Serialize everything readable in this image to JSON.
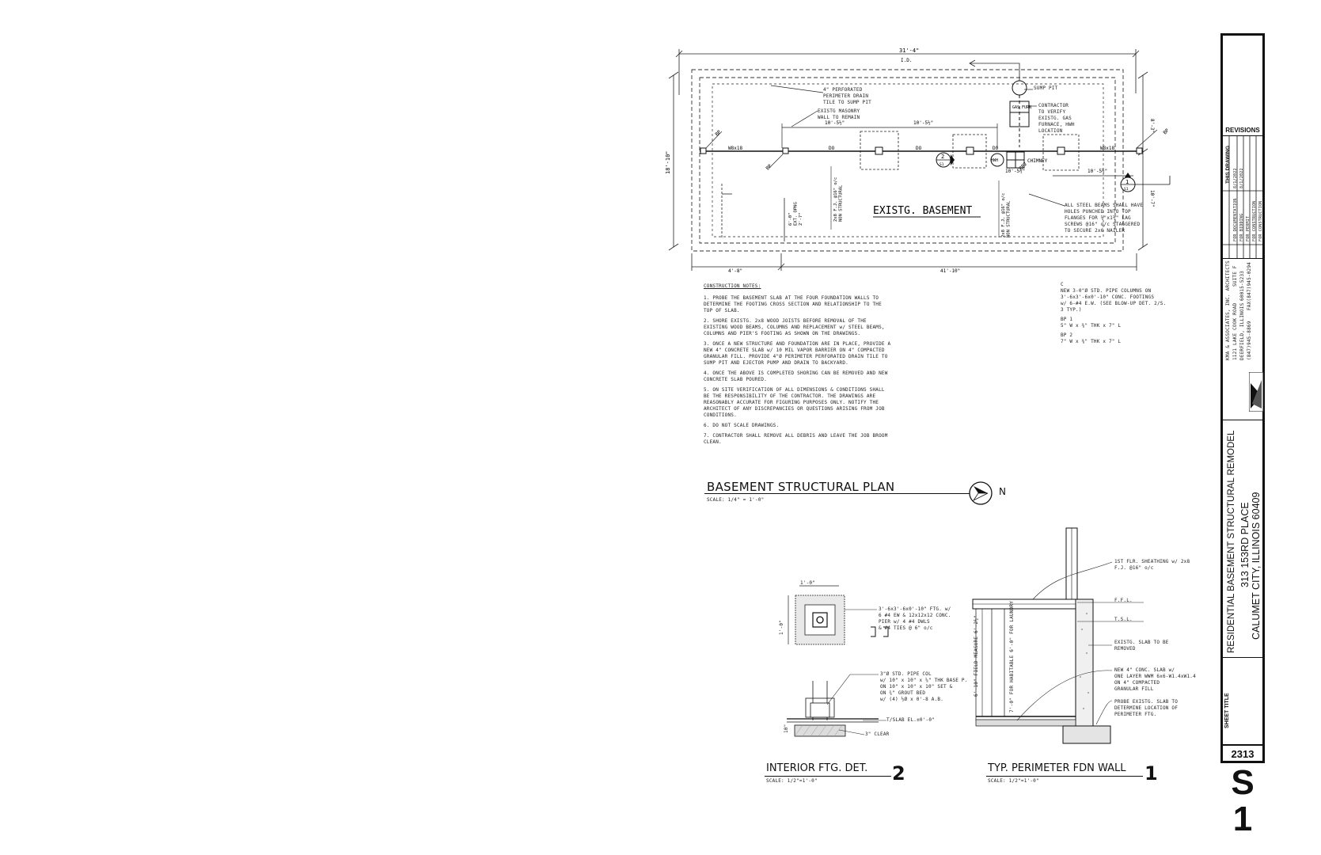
{
  "plan": {
    "overall_dim": "31'-4\"",
    "overall_dim_sub": "I.D.",
    "left_dim": "18'-10\"",
    "right_dim_top": "8'-3\"",
    "right_dim_bot": "10'-7\"",
    "bottom_dim_left": "4'-8\"",
    "bottom_dim_right": "41'-10\"",
    "span_1": "10'-5½\"",
    "span_2": "10'-5½\"",
    "span_3": "10'-5½\"",
    "span_4": "10'-5½\"",
    "room_label": "EXISTG. BASEMENT",
    "beam_labels": [
      "W8x18",
      "DO",
      "DO",
      "DO",
      "W8x18"
    ],
    "bp_labels": [
      "BP",
      "BP",
      "BP2",
      "BP"
    ],
    "furnace_label": "GAS FURN",
    "hwh_label": "HWH",
    "chimney_label": "CHIMNEY",
    "callout_drain": "4\" PERFORATED\nPERIMETER DRAIN\nTILE TO SUMP PIT",
    "callout_masonry": "EXISTG MASONRY\nWALL TO REMAIN",
    "callout_sump": "SUMP PIT",
    "callout_contractor": "CONTRACTOR\nTO VERIFY\nEXISTG. GAS\nFURNACE, HWH\nLOCATION",
    "callout_steel": "ALL STEEL BEAMS SHALL HAVE\nHOLES PUNCHED INTO TOP\nFLANGES FOR ¼\"x1½\" LAG\nSCREWS @16\" o/c STAGGERED\nTO SECURE 2x6 NAILER",
    "joist_label_1": "2x8 F.J. @16\" o/c\nNON STRUCTURAL",
    "joist_label_2": "2x8 F.J. @16\" o/c\nNON STRUCTURAL",
    "step_label": "6'-0\"\nEXT. OPNG\n2'-7\"",
    "section_2": "2",
    "section_2_sheet": "S1",
    "section_1": "1",
    "section_1_sheet": "S1"
  },
  "notes": {
    "title": "CONSTRUCTION NOTES:",
    "items": [
      "1. PROBE THE BASEMENT SLAB AT THE FOUR FOUNDATION WALLS TO DETERMINE THE FOOTING CROSS SECTION AND RELATIONSHIP TO THE TOP OF SLAB.",
      "2. SHORE EXISTG. 2x8 WOOD JOISTS BEFORE REMOVAL OF THE EXISTING WOOD BEAMS, COLUMNS AND REPLACEMENT w/ STEEL BEAMS, COLUMNS AND PIER'S FOOTING AS SHOWN ON THE DRAWINGS.",
      "3. ONCE A NEW STRUCTURE AND FOUNDATION ARE IN PLACE, PROVIDE A NEW 4\" CONCRETE SLAB w/ 10 MIL VAPOR BARRIER ON 4\" COMPACTED GRANULAR FILL. PROVIDE 4\"Ø PERIMETER PERFORATED DRAIN TILE TO SUMP PIT AND EJECTOR PUMP AND DRAIN TO BACKYARD.",
      "4. ONCE THE ABOVE IS COMPLETED SHORING CAN BE REMOVED AND NEW CONCRETE SLAB POURED.",
      "5. ON SITE VERIFICATION OF ALL DIMENSIONS & CONDITIONS SHALL BE THE RESPONSIBILITY OF THE CONTRACTOR. THE DRAWINGS ARE REASONABLY ACCURATE FOR FIGURING PURPOSES ONLY. NOTIFY THE ARCHITECT OF ANY DISCREPANCIES OR QUESTIONS ARISING FROM JOB CONDITIONS.",
      "6. DO NOT SCALE DRAWINGS.",
      "7. CONTRACTOR SHALL REMOVE ALL DEBRIS AND LEAVE THE JOB BROOM CLEAN."
    ]
  },
  "legend": {
    "c": "C\nNEW 3-0\"Ø STD. PIPE COLUMNS ON\n3'-6x3'-6x0'-10\" CONC. FOOTINGS\nw/ 6-#4 E.W. (SEE BLOW-UP DET. 2/S.\n3 TYP.)",
    "bp1": "BP 1\n5\" W x ⅜\" THK x 7\" L",
    "bp2": "BP 2\n7\" W x ⅜\" THK x 7\" L"
  },
  "plan_title": "BASEMENT STRUCTURAL PLAN",
  "plan_scale": "SCALE: 1/4\" = 1'-0\"",
  "north_label": "N",
  "detail2": {
    "title": "INTERIOR FTG. DET.",
    "number": "2",
    "scale": "SCALE: 1/2\"=1'-0\"",
    "dim_top": "1'-0\"",
    "dim_side": "1'-0\"",
    "note_ftg": "3'-6x3'-6x0'-10\" FTG. w/\n6 #4 EW & 12x12x12 CONC.\nPIER w/ 4 #4 DWLS\n& #4 TIES @ 6\" o/c",
    "note_col": "3\"Ø STD. PIPE COL\nw/ 10\" x 10\" x ⅝\" THK BASE P.\nON 10\" x 10\" x 10\" SET &\nON ¾\" GROUT BED\nw/ (4) ½Ø x 0'-8 A.B.",
    "note_slab": "T/SLAB EL.±0'-0\"",
    "note_clear": "3\" CLEAR",
    "dim_depth": "10\""
  },
  "detail1": {
    "title": "TYP. PERIMETER FDN WALL",
    "number": "1",
    "scale": "SCALE: 1/2\"=1'-0\"",
    "note_sheathing": "1ST FLR. SHEATHING w/ 2x8\nF.J. @16\" o/c",
    "note_ffl": "F.F.L.",
    "note_tsl": "T.S.L.",
    "note_existg": "EXISTG. SLAB TO BE\nREMOVED",
    "note_new": "NEW 4\" CONC. SLAB w/\nONE LAYER WWM 6x6-W1.4xW1.4\nON 4\" COMPACTED\nGRANULAR FILL",
    "note_probe": "PROBE EXISTG. SLAB TO\nDETERMINE LOCATION OF\nPERIMETER FTG.",
    "dim_field": "6'-10\"\nFIELD MEASURE\n6'-2½\"",
    "dim_hab": "7'-0\" FOR HABITABLE\n6'-0\" FOR LAUNDRY"
  },
  "titleblock": {
    "revisions": "REVISIONS",
    "this_drawing": "THIS DRAWING",
    "rows": [
      {
        "label": "FOR DOCUMENTATION",
        "date": "8/1/2022"
      },
      {
        "label": "FOR BIDDING",
        "date": "8/1/2022"
      },
      {
        "label": "FOR PERMIT",
        "date": ""
      },
      {
        "label": "FOR CONSTRUCTION",
        "date": ""
      },
      {
        "label": "FOR CONSTRUCTION",
        "date": ""
      }
    ],
    "firm": "KMA & ASSOCIATES, INC. ARCHITECTS",
    "address1": "1121 LAKE COOK ROAD",
    "address1b": "SUITE F",
    "address2": "DEERFIELD, ILLINOIS",
    "address2b": "60015-5233",
    "phone": "(847)945-8869",
    "fax": "FAX(847)945-0294",
    "project_line1": "RESIDENTIAL BASEMENT STRUCTURAL REMODEL",
    "project_line2": "313 153RD PLACE",
    "project_line3": "CALUMET CITY, ILLINOIS 60409",
    "sheet_title_label": "SHEET TITLE",
    "project_number": "2313",
    "sheet_letter": "S",
    "sheet_number": "1"
  },
  "colors": {
    "ink": "#111111",
    "paper": "#ffffff",
    "hatch": "#8a8a8a"
  }
}
